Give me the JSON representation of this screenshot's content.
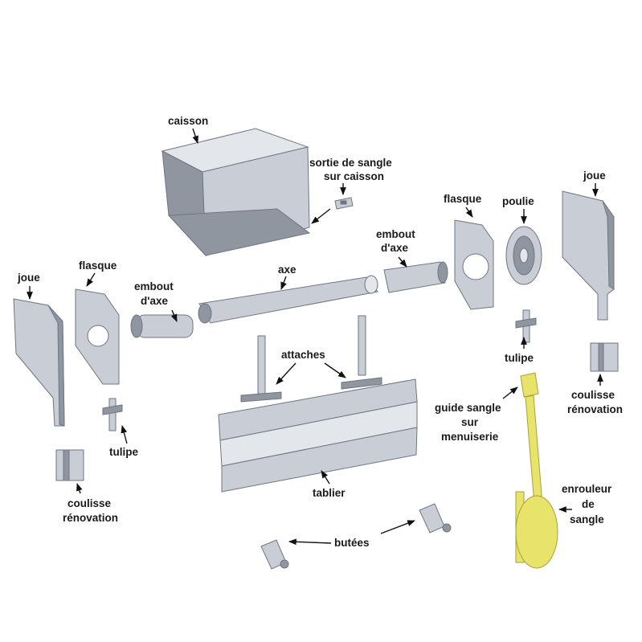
{
  "labels": {
    "caisson": "caisson",
    "sortie_line1": "sortie de sangle",
    "sortie_line2": "sur caisson",
    "joue_right": "joue",
    "flasque_right": "flasque",
    "poulie": "poulie",
    "embout_right_line1": "embout",
    "embout_right_line2": "d'axe",
    "axe": "axe",
    "joue_left": "joue",
    "flasque_left": "flasque",
    "embout_left_line1": "embout",
    "embout_left_line2": "d'axe",
    "attaches": "attaches",
    "tulipe_right": "tulipe",
    "coulisse_right_line1": "coulisse",
    "coulisse_right_line2": "rénovation",
    "guide_line1": "guide sangle",
    "guide_line2": "sur",
    "guide_line3": "menuiserie",
    "tulipe_left": "tulipe",
    "tablier": "tablier",
    "coulisse_left_line1": "coulisse",
    "coulisse_left_line2": "rénovation",
    "enrouleur_line1": "enrouleur",
    "enrouleur_line2": "de",
    "enrouleur_line3": "sangle",
    "butees": "butées"
  },
  "colors": {
    "metal": "#c9ced6",
    "metal_dark": "#8f96a0",
    "strap_yellow": "#e8e36a"
  }
}
